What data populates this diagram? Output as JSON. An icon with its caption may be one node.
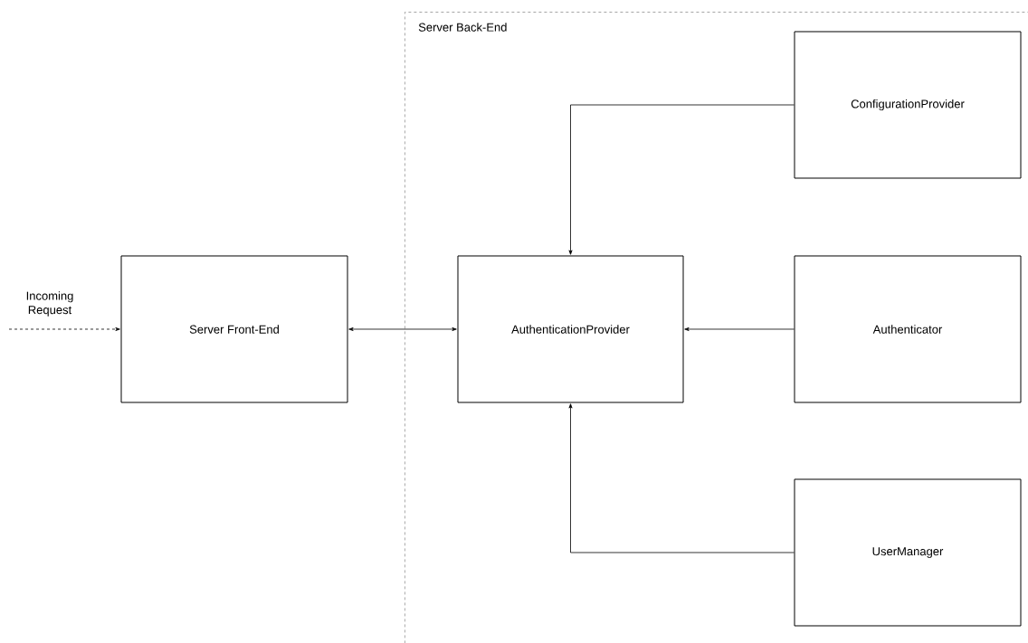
{
  "diagram": {
    "nodes": [
      {
        "text": [
          "Server Back-End"
        ]
      },
      {
        "text": [
          "ConfigurationProvider"
        ],
        "in": 0
      },
      {
        "text": [
          "Server Front-End"
        ]
      },
      {
        "text": [
          "AuthenticationProvider"
        ],
        "in": 0
      },
      {
        "text": [
          "Authenticator"
        ],
        "in": 0
      },
      {
        "text": [
          "UserManager"
        ],
        "in": 0
      }
    ],
    "edges": [
      {
        "from": null,
        "to": 2,
        "arrow": "to",
        "style": "dashed",
        "label": "Incoming Request"
      },
      {
        "from": 2,
        "to": 3,
        "arrow": "both"
      },
      {
        "from": 1,
        "to": 3,
        "arrow": "to"
      },
      {
        "from": 4,
        "to": 3,
        "arrow": "to"
      },
      {
        "from": 5,
        "to": 3,
        "arrow": "to"
      }
    ]
  }
}
